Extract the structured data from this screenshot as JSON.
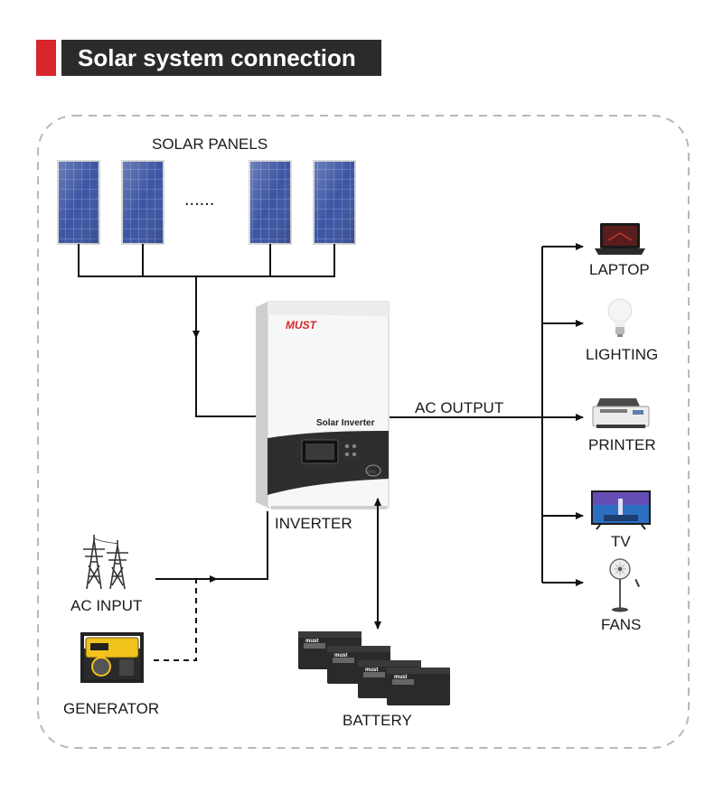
{
  "title": "Solar system connection",
  "labels": {
    "solar_panels": "SOLAR PANELS",
    "dots": "......",
    "inverter": "INVERTER",
    "ac_output": "AC OUTPUT",
    "ac_input": "AC INPUT",
    "generator": "GENERATOR",
    "battery": "BATTERY"
  },
  "inverter_face": {
    "brand": "MUST",
    "name": "Solar Inverter",
    "badge": "pro"
  },
  "battery_brand": "must",
  "loads": [
    {
      "label": "LAPTOP",
      "icon": "laptop-icon"
    },
    {
      "label": "LIGHTING",
      "icon": "light-bulb-icon"
    },
    {
      "label": "PRINTER",
      "icon": "printer-icon"
    },
    {
      "label": "TV",
      "icon": "tv-icon"
    },
    {
      "label": "FANS",
      "icon": "fan-icon"
    }
  ],
  "colors": {
    "accent": "#d8262b",
    "title_bg": "#2b2b2b",
    "panel_blue": "#3a4f9a",
    "line": "#111111",
    "dashed_border": "#b8b8b8"
  }
}
